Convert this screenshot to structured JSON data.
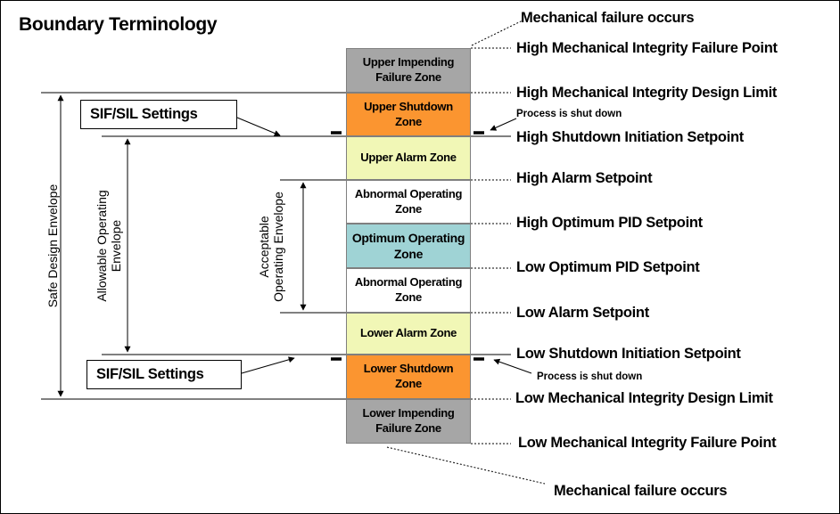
{
  "title": "Boundary Terminology",
  "colors": {
    "failure_zone": "#a6a6a6",
    "shutdown_zone": "#fb9530",
    "alarm_zone": "#f1f7b6",
    "abnormal_zone": "#ffffff",
    "optimum_zone": "#9fd3d5"
  },
  "zones": [
    {
      "label": "Upper Impending Failure Zone",
      "color": "#a6a6a6"
    },
    {
      "label": "Upper Shutdown Zone",
      "color": "#fb9530"
    },
    {
      "label": "Upper Alarm Zone",
      "color": "#f1f7b6"
    },
    {
      "label": "Abnormal Operating Zone",
      "color": "#ffffff"
    },
    {
      "label": "Optimum Operating Zone",
      "color": "#9fd3d5"
    },
    {
      "label": "Abnormal Operating Zone",
      "color": "#ffffff"
    },
    {
      "label": "Lower Alarm Zone",
      "color": "#f1f7b6"
    },
    {
      "label": "Lower Shutdown Zone",
      "color": "#fb9530"
    },
    {
      "label": "Lower Impending Failure Zone",
      "color": "#a6a6a6"
    }
  ],
  "boundaries": {
    "top_failure": "Mechanical failure occurs",
    "high_failure_point": "High  Mechanical Integrity Failure Point",
    "high_design_limit": "High Mechanical Integrity Design Limit",
    "high_shutdown": "High Shutdown Initiation Setpoint",
    "high_alarm": "High Alarm Setpoint",
    "high_optimum": "High Optimum PID Setpoint",
    "low_optimum": "Low  Optimum PID Setpoint",
    "low_alarm": "Low  Alarm Setpoint",
    "low_shutdown": "Low Shutdown Initiation Setpoint",
    "low_design_limit": "Low Mechanical Integrity Design Limit",
    "low_failure_point": "Low  Mechanical Integrity Failure Point",
    "bottom_failure": "Mechanical failure occurs"
  },
  "notes": {
    "upper_shutdown": "Process is shut down",
    "lower_shutdown": "Process is shut down"
  },
  "sif": {
    "upper": "SIF/SIL Settings",
    "lower": "SIF/SIL Settings"
  },
  "envelopes": {
    "safe": "Safe Design Envelope",
    "allowable_line1": "Allowable Operating",
    "allowable_line2": "Envelope",
    "acceptable_line1": "Acceptable",
    "acceptable_line2": "Operating Envelope"
  }
}
